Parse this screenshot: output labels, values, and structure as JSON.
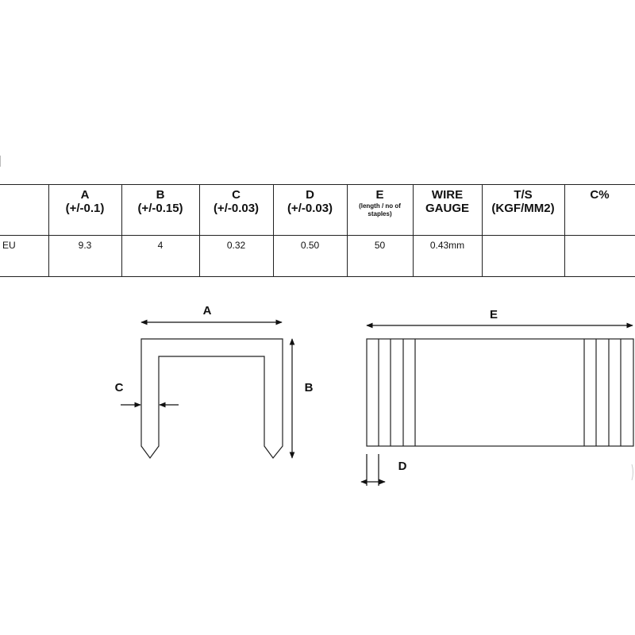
{
  "table": {
    "headers": [
      {
        "key": "a",
        "main": "A",
        "sub": "(+/-0.1)"
      },
      {
        "key": "b",
        "main": "B",
        "sub": "(+/-0.15)"
      },
      {
        "key": "c",
        "main": "C",
        "sub": "(+/-0.03)"
      },
      {
        "key": "d",
        "main": "D",
        "sub": "(+/-0.03)"
      },
      {
        "key": "e",
        "main": "E",
        "sub": "(length / no of\nstaples)"
      },
      {
        "key": "wire",
        "main": "WIRE\nGAUGE",
        "sub": ""
      },
      {
        "key": "ts",
        "main": "T/S",
        "sub": "(KGF/MM2)"
      },
      {
        "key": "cpct",
        "main": "C%",
        "sub": ""
      }
    ],
    "row": {
      "label": "EU",
      "values": [
        "9.3",
        "4",
        "0.32",
        "0.50",
        "50",
        "0.43mm",
        "",
        ""
      ]
    }
  },
  "diagram": {
    "labels": {
      "a": "A",
      "b": "B",
      "c": "C",
      "d": "D",
      "e": "E"
    }
  }
}
